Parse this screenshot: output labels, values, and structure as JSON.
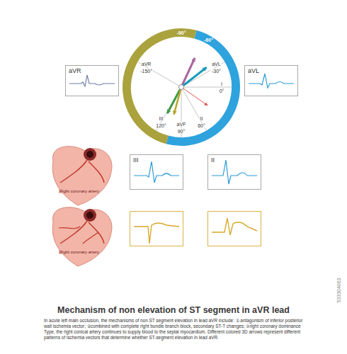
{
  "diagram": {
    "title": "Mechanism of non elevation of ST segment in aVR lead",
    "caption": "In acute left main occlusion, the mechanisms of non ST segment elevation in lead aVR include: ① antagonism of inferior posterior wall ischemia vector; ②combined with complete right bundle branch block, secondary ST-T changes; ③right coronary dominance Type, the right conical artery continues to supply blood to the septal myocardium. Different colored 3D arrows represent different patterns of ischemia vectors that determine whether ST-segment elevation in lead aVR.",
    "nodes": [
      {
        "text": [
          "aVR"
        ]
      },
      {
        "text": [
          "aVL"
        ]
      },
      {
        "text": [
          "III"
        ]
      },
      {
        "text": [
          "II"
        ]
      }
    ],
    "labels": [
      "-90°",
      "-60°",
      "aVR",
      "-150°",
      "aVL",
      "-30°",
      "I",
      "0°",
      "II",
      "60°",
      "aVF",
      "90°",
      "III",
      "120°",
      "Right coronary artery",
      "Right coronary artery",
      "533304063"
    ]
  }
}
